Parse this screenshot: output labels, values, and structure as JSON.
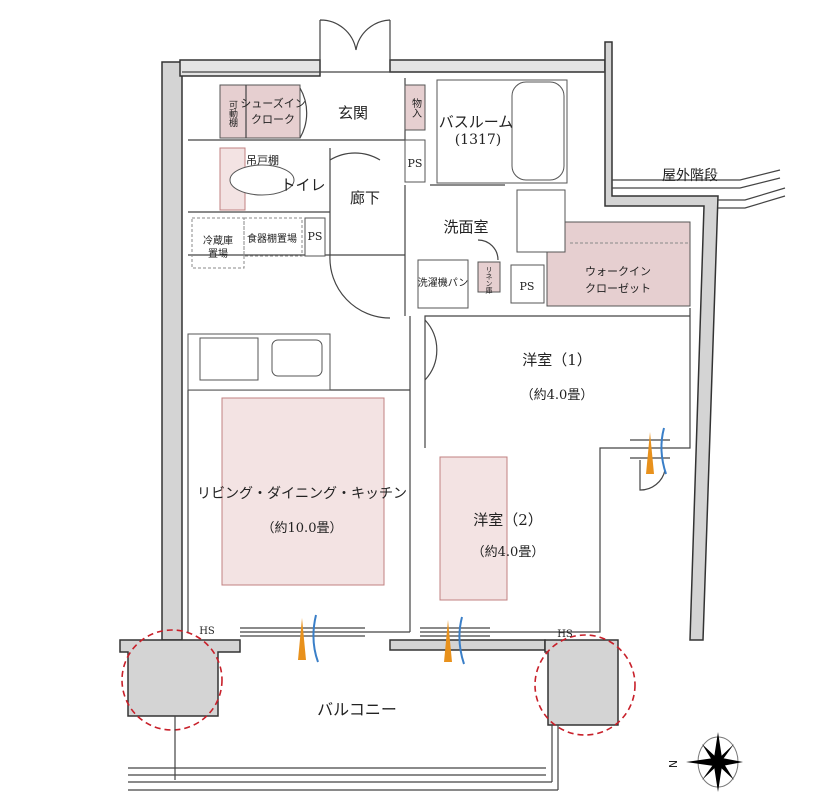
{
  "rooms": {
    "movable_shelf": "可動棚",
    "shoe_closet_1": "シューズイン",
    "shoe_closet_2": "クローク",
    "entrance": "玄関",
    "storage": "物入",
    "bathroom": "バスルーム",
    "bathroom_size": "(1317)",
    "hanging_shelf": "吊戸棚",
    "toilet": "トイレ",
    "hallway": "廊下",
    "ps": "PS",
    "washroom": "洗面室",
    "fridge_1": "冷蔵庫",
    "fridge_2": "置場",
    "dish_shelf": "食器棚置場",
    "washer_pan": "洗濯機パン",
    "linen": "リネン庫",
    "wic_1": "ウォークイン",
    "wic_2": "クローゼット",
    "western_1": "洋室（1）",
    "western_1_size": "（約4.0畳）",
    "ldk": "リビング・ダイニング・キッチン",
    "ldk_size": "（約10.0畳）",
    "western_2": "洋室（2）",
    "western_2_size": "（約4.0畳）",
    "hs": "HS",
    "balcony": "バルコニー",
    "outdoor_stairs": "屋外階段"
  },
  "compass": {
    "label": "N",
    "icon": "compass-rose-icon"
  },
  "colors": {
    "wall": "#d4d4d4",
    "storage_fill": "#e6cfd0",
    "column_marker": "#c8202a",
    "heat_flame": "#e8911c",
    "air_flow": "#3a7fc8"
  }
}
